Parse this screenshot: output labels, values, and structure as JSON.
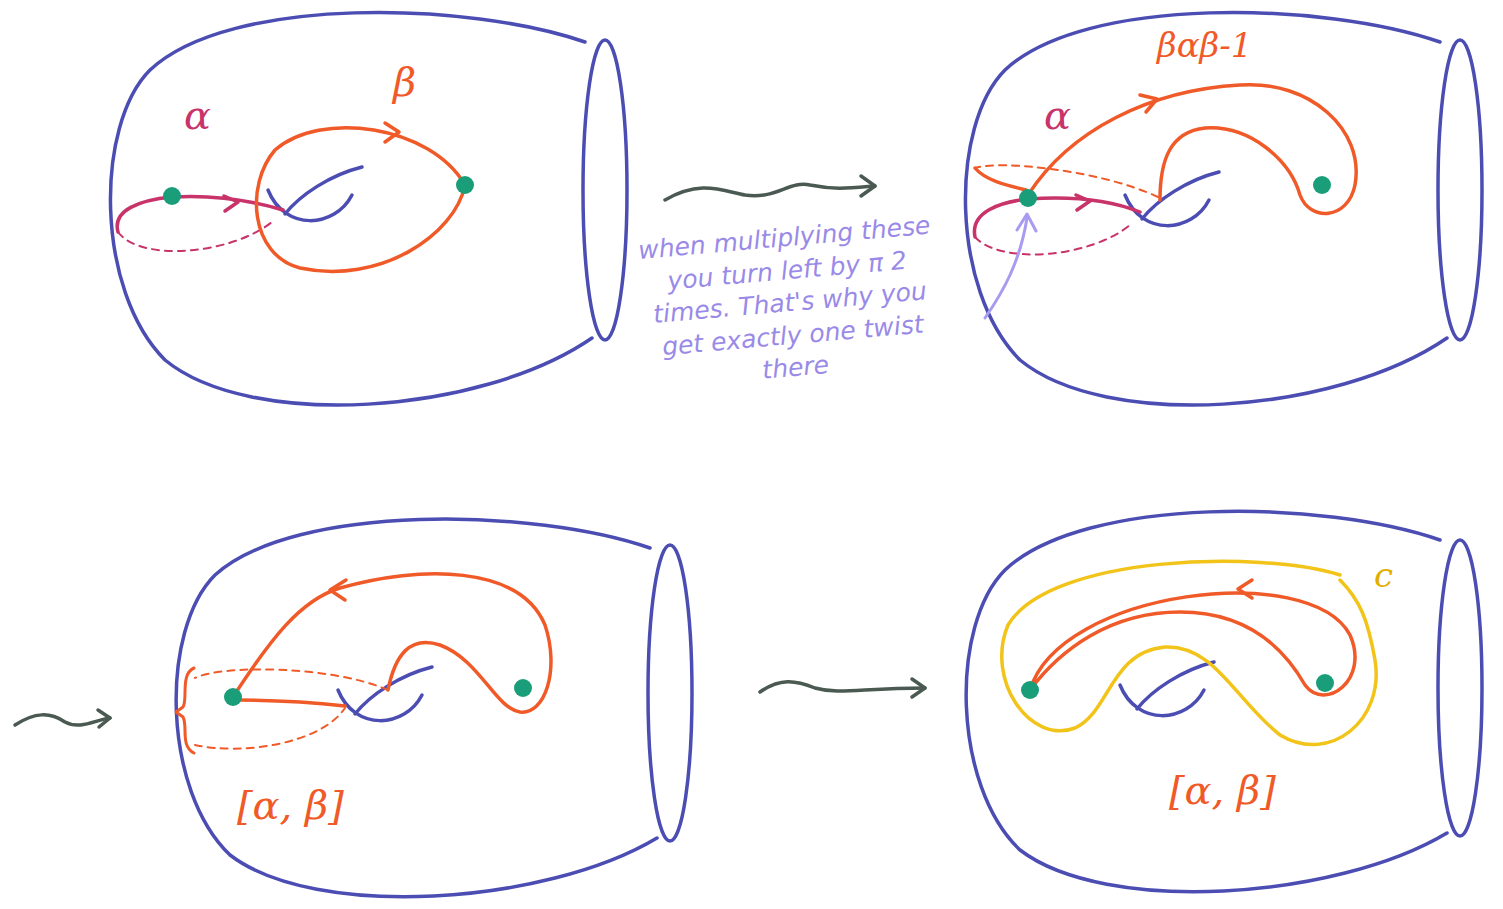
{
  "diagram": {
    "labels": [
      "α",
      "β",
      "α",
      "βαβ-1",
      "when multiplying these you turn left by π 2 times. That's why you get exactly one twist there",
      "[α, β]",
      "c",
      "[α, β]"
    ]
  }
}
